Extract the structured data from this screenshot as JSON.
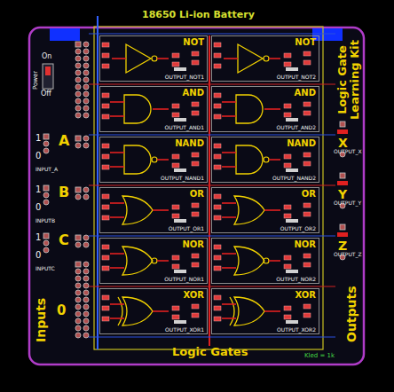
{
  "diagram": {
    "title": "Logic Gate Learning Kit",
    "nodes": [
      {
        "text": [
          "NOT",
          "OUTPUT_NOT1"
        ]
      },
      {
        "text": [
          "NOT",
          "OUTPUT_NOT2"
        ]
      },
      {
        "text": [
          "AND",
          "OUTPUT_AND1"
        ]
      },
      {
        "text": [
          "AND",
          "OUTPUT_AND2"
        ]
      },
      {
        "text": [
          "NAND",
          "OUTPUT_NAND1"
        ]
      },
      {
        "text": [
          "NAND",
          "OUTPUT_NAND2"
        ]
      },
      {
        "text": [
          "OR",
          "OUTPUT_OR1"
        ]
      },
      {
        "text": [
          "OR",
          "OUTPUT_OR2"
        ]
      },
      {
        "text": [
          "NOR",
          "OUTPUT_NOR1"
        ]
      },
      {
        "text": [
          "NOR",
          "OUTPUT_NOR2"
        ]
      },
      {
        "text": [
          "XOR",
          "OUTPUT_XOR1"
        ]
      },
      {
        "text": [
          "XOR",
          "OUTPUT_XOR2"
        ]
      }
    ],
    "labels": [
      "18650 Li-ion Battery",
      "Power",
      "On",
      "Off",
      "A",
      "1",
      "0",
      "INPUT_A",
      "B",
      "1",
      "0",
      "INPUTB",
      "C",
      "1",
      "0",
      "INPUTC",
      "Inputs",
      "0",
      "X",
      "OUTPUT_X",
      "Y",
      "OUTPUT_Y",
      "Z",
      "OUTPUT_Z",
      "Outputs",
      "Logic Gates",
      "Kled = 1k"
    ]
  }
}
